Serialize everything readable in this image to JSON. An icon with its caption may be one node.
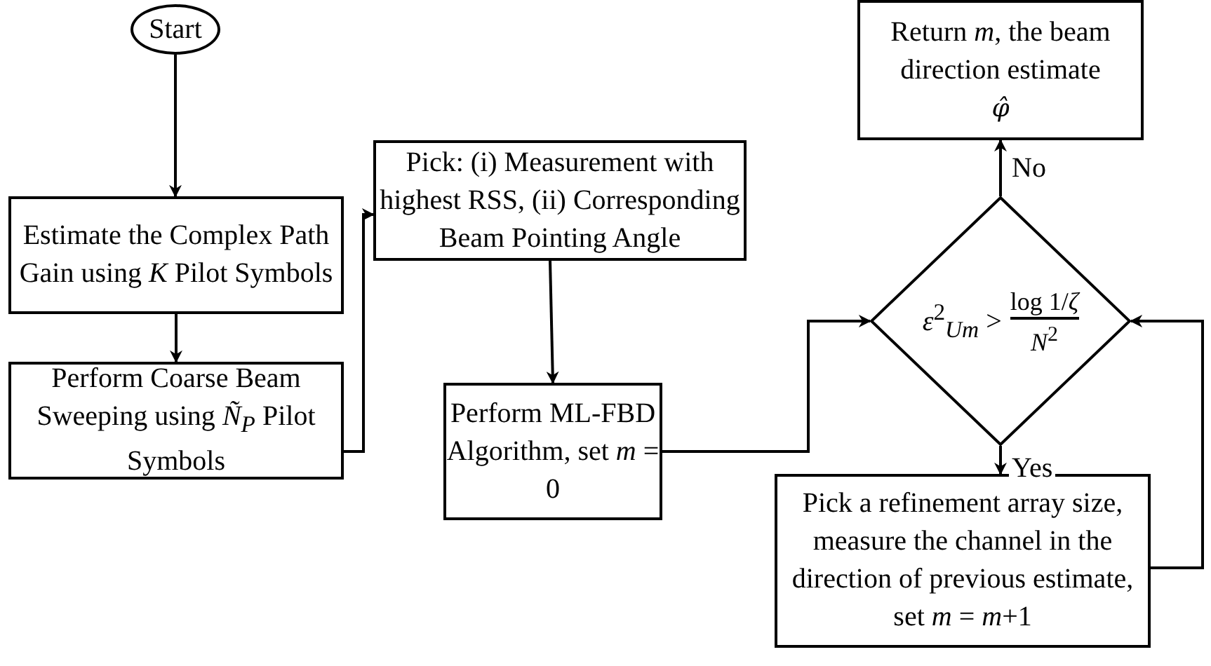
{
  "diagram": {
    "nodes": [
      {
        "text": [
          "Start"
        ]
      },
      {
        "text": [
          "Estimate the Complex Path Gain using *K* Pilot Symbols"
        ]
      },
      {
        "text": [
          "Perform Coarse Beam Sweeping using *Ñ*$_{P}$ Pilot Symbols"
        ]
      },
      {
        "text": [
          "Pick: (i) Measurement with highest RSS, (ii) Corresponding Beam Pointing Angle"
        ]
      },
      {
        "text": [
          "Perform ML-FBD Algorithm, set *m* = 0"
        ]
      },
      {
        "text": [
          "*ε*$^{2}$$_{Um}$ >",
          "log 1/*ζ*",
          "*N*$^{2}$"
        ]
      },
      {
        "text": [
          "Return *m*, the beam direction estimate",
          "*φ̂*"
        ]
      },
      {
        "text": [
          "Pick a refinement array size, measure the channel in the direction of previous estimate, set *m* = *m*+1"
        ]
      }
    ],
    "edges": [
      {
        "from": 0,
        "to": 1,
        "arrow": "to"
      },
      {
        "from": 1,
        "to": 2,
        "arrow": "to"
      },
      {
        "from": 2,
        "to": 3,
        "arrow": "to"
      },
      {
        "from": 3,
        "to": 4,
        "arrow": "to"
      },
      {
        "from": 4,
        "to": 5,
        "arrow": "to"
      },
      {
        "from": 5,
        "to": 6,
        "arrow": "to",
        "label": "No"
      },
      {
        "from": 5,
        "to": 7,
        "arrow": "to",
        "label": "Yes"
      },
      {
        "from": 7,
        "to": 5,
        "arrow": "to"
      }
    ]
  }
}
